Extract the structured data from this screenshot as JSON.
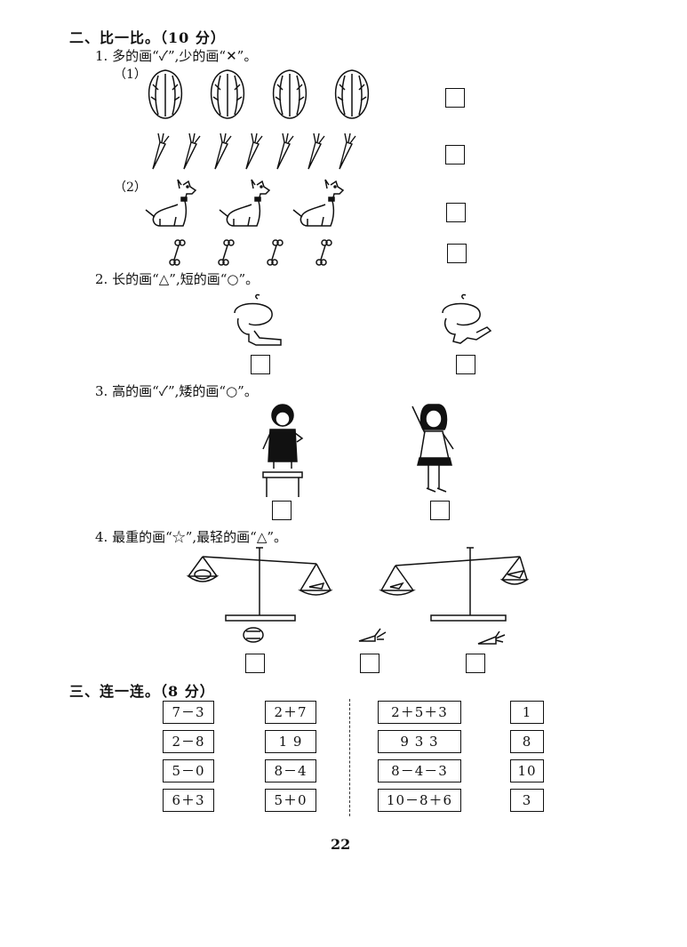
{
  "section2": {
    "title": "二、比一比。（10 分）",
    "q1": {
      "text": "1.  多的画“✓”,少的画“✕”。",
      "part1": "（1）",
      "part2": "（2）"
    },
    "q2": {
      "text": "2.  长的画“△”,短的画“○”。"
    },
    "q3": {
      "text": "3.  高的画“✓”,矮的画“○”。"
    },
    "q4": {
      "text": "4.  最重的画“☆”,最轻的画“△”。"
    }
  },
  "section3": {
    "title": "三、连一连。（8 分）",
    "col1": [
      "7－3",
      "2－8",
      "5－0",
      "6＋3"
    ],
    "col2": [
      "2＋7",
      "1  9",
      "8－4",
      "5＋0"
    ],
    "col3": [
      "2＋5＋3",
      "9  3  3",
      "8－4－3",
      "10－8＋6"
    ],
    "col4": [
      "1",
      "8",
      "10",
      "3"
    ]
  },
  "page_number": "22"
}
